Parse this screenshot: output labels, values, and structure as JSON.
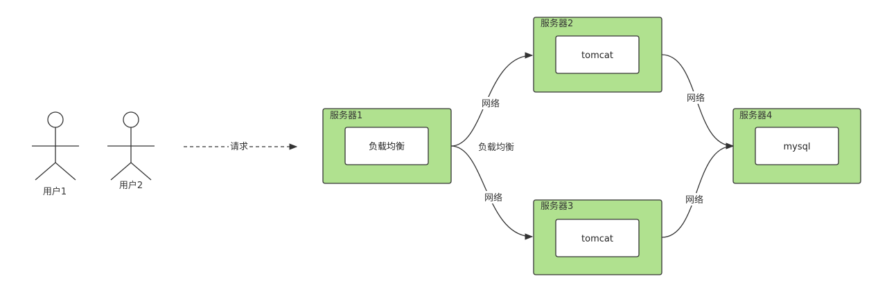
{
  "colors": {
    "server_fill": "#b0e18f",
    "server_stroke": "#333333",
    "inner_fill": "#ffffff",
    "line": "#333333"
  },
  "users": [
    {
      "label": "用户1"
    },
    {
      "label": "用户2"
    }
  ],
  "request": {
    "label": "请求"
  },
  "servers": [
    {
      "title": "服务器1",
      "inner": "负载均衡"
    },
    {
      "title": "服务器2",
      "inner": "tomcat"
    },
    {
      "title": "服务器3",
      "inner": "tomcat"
    },
    {
      "title": "服务器4",
      "inner": "mysql"
    }
  ],
  "edges": {
    "lb_label": "负载均衡",
    "net_label": "网络"
  }
}
